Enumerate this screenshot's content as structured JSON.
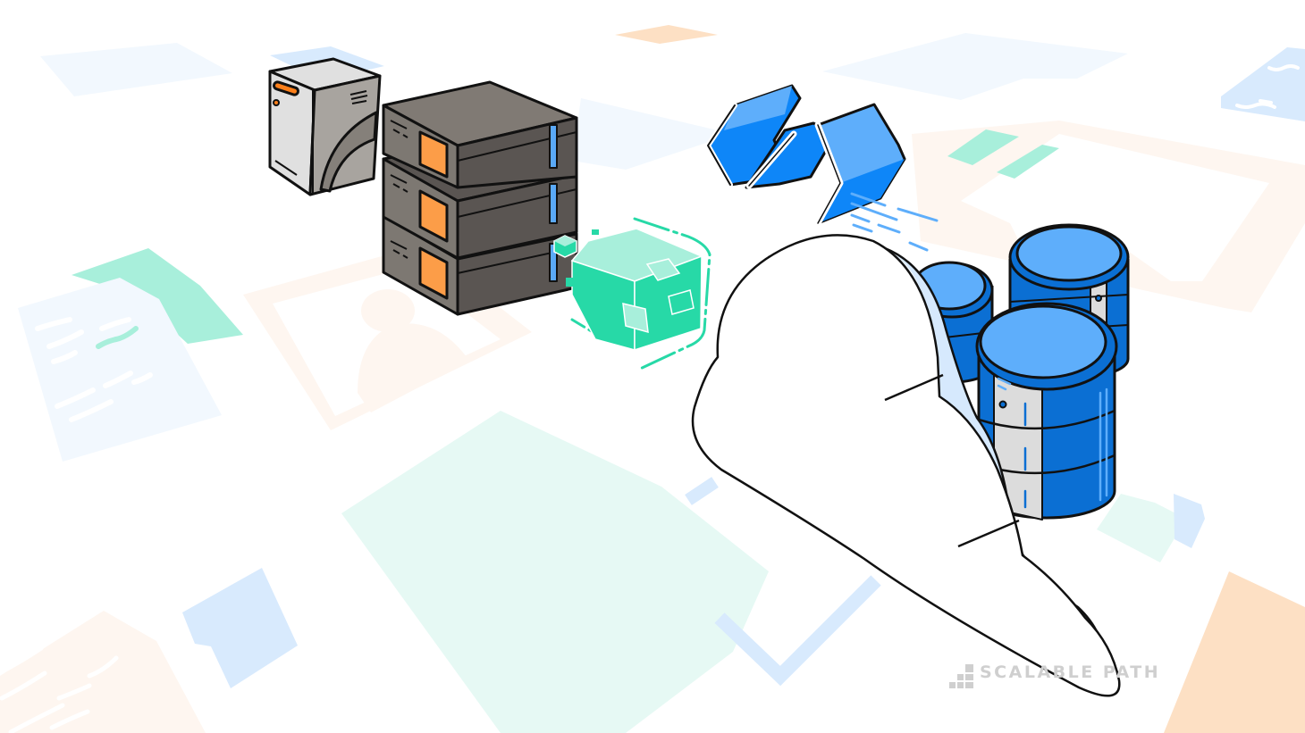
{
  "illustration": {
    "subject": "On-premise servers migrating to cloud databases",
    "elements": [
      "tower-server",
      "rack-server-stack",
      "data-cube",
      "data-transfer-arrows",
      "cloud",
      "database-cylinders"
    ]
  },
  "watermark": {
    "brand": "SCALABLE PATH"
  },
  "colors": {
    "outline": "#111111",
    "server_dark": "#5a5552",
    "server_light": "#7d7872",
    "orange_accent": "#fc9d48",
    "led_blue": "#5aa9f7",
    "cube_green": "#27d9a7",
    "cube_green_light": "#a8efdb",
    "arrow_blue": "#0e86f8",
    "arrow_blue_light": "#5eaefb",
    "db_blue": "#0b6fd3",
    "db_top": "#5eaefb",
    "cloud_shade": "#d6e9fd",
    "bg_blue": "#d8eafd",
    "bg_green": "#e6f9f4",
    "bg_orange": "#fde0c4",
    "logo_gray": "#cfcfcf"
  }
}
